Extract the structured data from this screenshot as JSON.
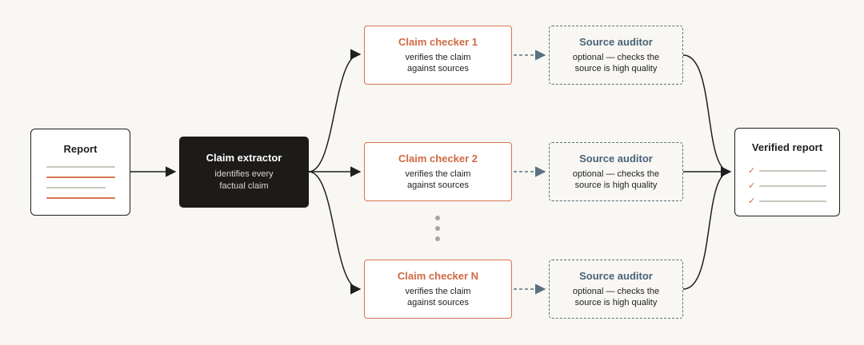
{
  "report": {
    "title": "Report"
  },
  "extractor": {
    "title": "Claim extractor",
    "desc_line1": "identifies every",
    "desc_line2": "factual claim"
  },
  "checkers": [
    {
      "title": "Claim checker 1",
      "desc_line1": "verifies the claim",
      "desc_line2": "against sources"
    },
    {
      "title": "Claim checker 2",
      "desc_line1": "verifies the claim",
      "desc_line2": "against sources"
    },
    {
      "title": "Claim checker N",
      "desc_line1": "verifies the claim",
      "desc_line2": "against sources"
    }
  ],
  "auditors": [
    {
      "title": "Source auditor",
      "desc_line1": "optional — checks the",
      "desc_line2": "source is high quality"
    },
    {
      "title": "Source auditor",
      "desc_line1": "optional — checks the",
      "desc_line2": "source is high quality"
    },
    {
      "title": "Source auditor",
      "desc_line1": "optional — checks the",
      "desc_line2": "source is high quality"
    }
  ],
  "verified": {
    "title": "Verified report",
    "check_glyph": "✓"
  },
  "colors": {
    "accent_orange": "#d9744f",
    "auditor_blue": "#4a6378",
    "extractor_bg": "#1d1b19",
    "line_gray": "#c9c6bb",
    "background": "#f8f7f3"
  }
}
